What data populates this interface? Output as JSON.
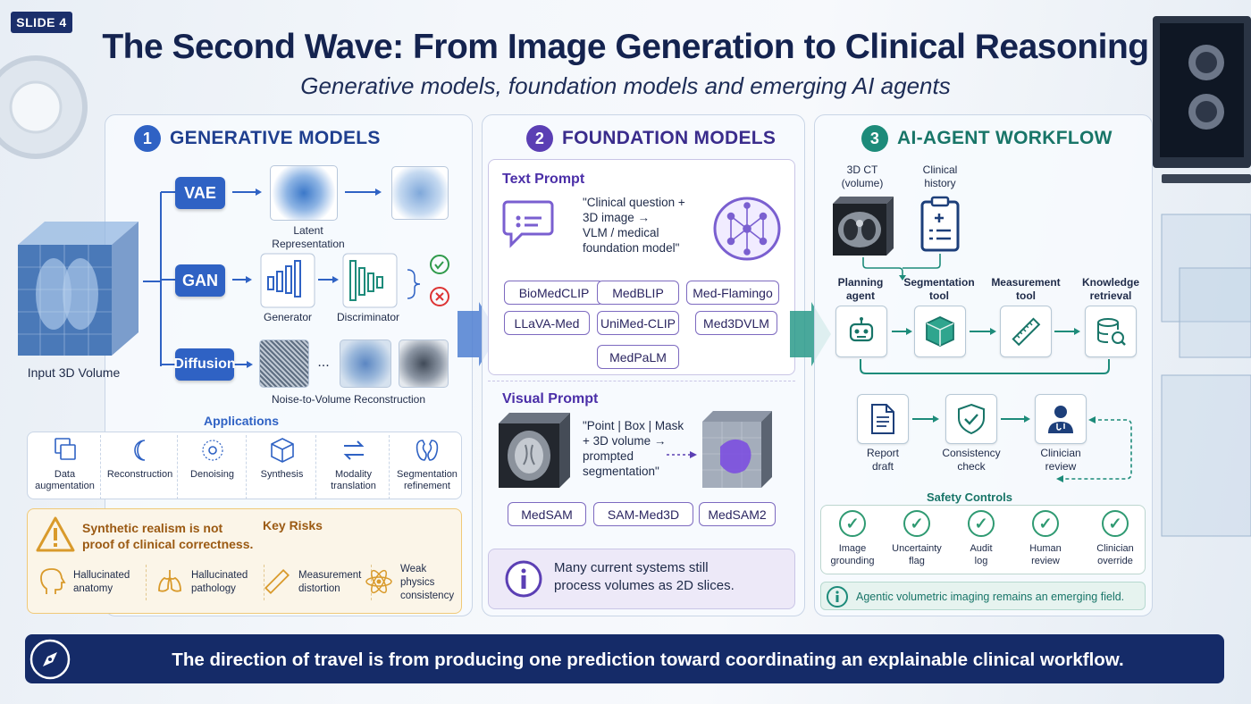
{
  "slide_tag": "SLIDE 4",
  "title": "The Second Wave: From Image Generation to Clinical Reasoning",
  "subtitle": "Generative models, foundation models and emerging AI agents",
  "colors": {
    "navy": "#14234f",
    "blue": "#2f62c4",
    "purple": "#5b3fb4",
    "teal": "#1d8b7a",
    "risk_bg": "#fbf5e8",
    "risk_border": "#f0c978"
  },
  "panel1": {
    "number": "1",
    "title": "GENERATIVE MODELS",
    "input_label": "Input 3D Volume",
    "vae": "VAE",
    "latent_label": "Latent\nRepresentation",
    "gan": "GAN",
    "generator_label": "Generator",
    "discriminator_label": "Discriminator",
    "diffusion": "Diffusion",
    "ellipsis": "...",
    "noise_label": "Noise-to-Volume Reconstruction",
    "applications_title": "Applications",
    "applications": [
      {
        "label": "Data\naugmentation",
        "icon": "copy-icon"
      },
      {
        "label": "Reconstruction",
        "icon": "moon-icon"
      },
      {
        "label": "Denoising",
        "icon": "target-icon"
      },
      {
        "label": "Synthesis",
        "icon": "cube-icon"
      },
      {
        "label": "Modality\ntranslation",
        "icon": "swap-icon"
      },
      {
        "label": "Segmentation\nrefinement",
        "icon": "kidney-icon"
      }
    ],
    "warning": "Synthetic realism is not\nproof of clinical correctness.",
    "risks_title": "Key Risks",
    "risks": [
      {
        "label": "Hallucinated\nanatomy",
        "icon": "head-icon"
      },
      {
        "label": "Hallucinated\npathology",
        "icon": "lungs-icon"
      },
      {
        "label": "Measurement\ndistortion",
        "icon": "ruler-icon"
      },
      {
        "label": "Weak physics\nconsistency",
        "icon": "atom-icon"
      }
    ]
  },
  "panel2": {
    "number": "2",
    "title": "FOUNDATION MODELS",
    "text_prompt_title": "Text Prompt",
    "text_prompt_quote": "\"Clinical question +\n3D image →\nVLM / medical\nfoundation model\"",
    "models": [
      "BioMedCLIP",
      "MedBLIP",
      "Med-Flamingo",
      "LLaVA-Med",
      "UniMed-CLIP",
      "Med3DVLM",
      "MedPaLM"
    ],
    "visual_prompt_title": "Visual Prompt",
    "visual_prompt_quote": "\"Point | Box | Mask\n+ 3D volume →\nprompted\nsegmentation\"",
    "seg_models": [
      "MedSAM",
      "SAM-Med3D",
      "MedSAM2"
    ],
    "info": "Many current systems still\nprocess volumes as 2D slices."
  },
  "panel3": {
    "number": "3",
    "title": "AI-AGENT WORKFLOW",
    "ct_label": "3D CT\n(volume)",
    "history_label": "Clinical\nhistory",
    "agents": [
      {
        "label": "Planning\nagent",
        "icon": "robot-icon"
      },
      {
        "label": "Segmentation\ntool",
        "icon": "cube-icon"
      },
      {
        "label": "Measurement\ntool",
        "icon": "ruler-icon"
      },
      {
        "label": "Knowledge\nretrieval",
        "icon": "database-icon"
      }
    ],
    "steps": [
      {
        "label": "Report\ndraft",
        "icon": "document-icon"
      },
      {
        "label": "Consistency\ncheck",
        "icon": "shield-check-icon"
      },
      {
        "label": "Clinician\nreview",
        "icon": "doctor-icon"
      }
    ],
    "safety_title": "Safety Controls",
    "safety": [
      "Image\ngrounding",
      "Uncertainty\nflag",
      "Audit\nlog",
      "Human\nreview",
      "Clinician\noverride"
    ],
    "note": "Agentic volumetric imaging remains an emerging field."
  },
  "footer": "The direction of travel is from producing one prediction toward coordinating an explainable clinical workflow."
}
